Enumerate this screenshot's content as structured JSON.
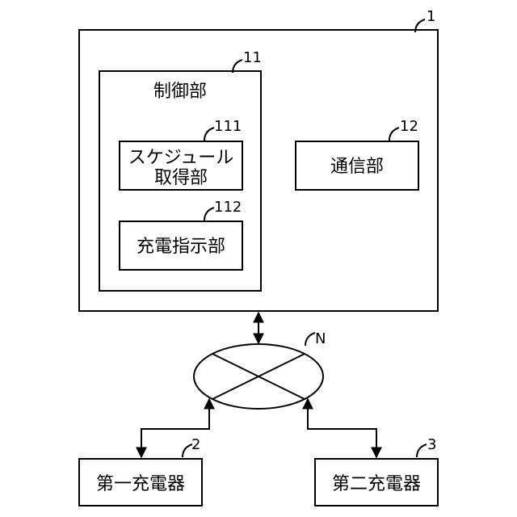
{
  "nodes": {
    "system": {
      "ref": "1"
    },
    "control": {
      "label": "制御部",
      "ref": "11"
    },
    "schedule": {
      "line1": "スケジュール",
      "line2": "取得部",
      "ref": "111"
    },
    "charge_instruct": {
      "label": "充電指示部",
      "ref": "112"
    },
    "comm": {
      "label": "通信部",
      "ref": "12"
    },
    "network": {
      "ref": "N"
    },
    "charger1": {
      "label": "第一充電器",
      "ref": "2"
    },
    "charger2": {
      "label": "第二充電器",
      "ref": "3"
    }
  },
  "edges": [
    {
      "from": "system",
      "to": "network",
      "direction": "both"
    },
    {
      "from": "network",
      "to": "charger1",
      "direction": "both"
    },
    {
      "from": "network",
      "to": "charger2",
      "direction": "both"
    }
  ]
}
